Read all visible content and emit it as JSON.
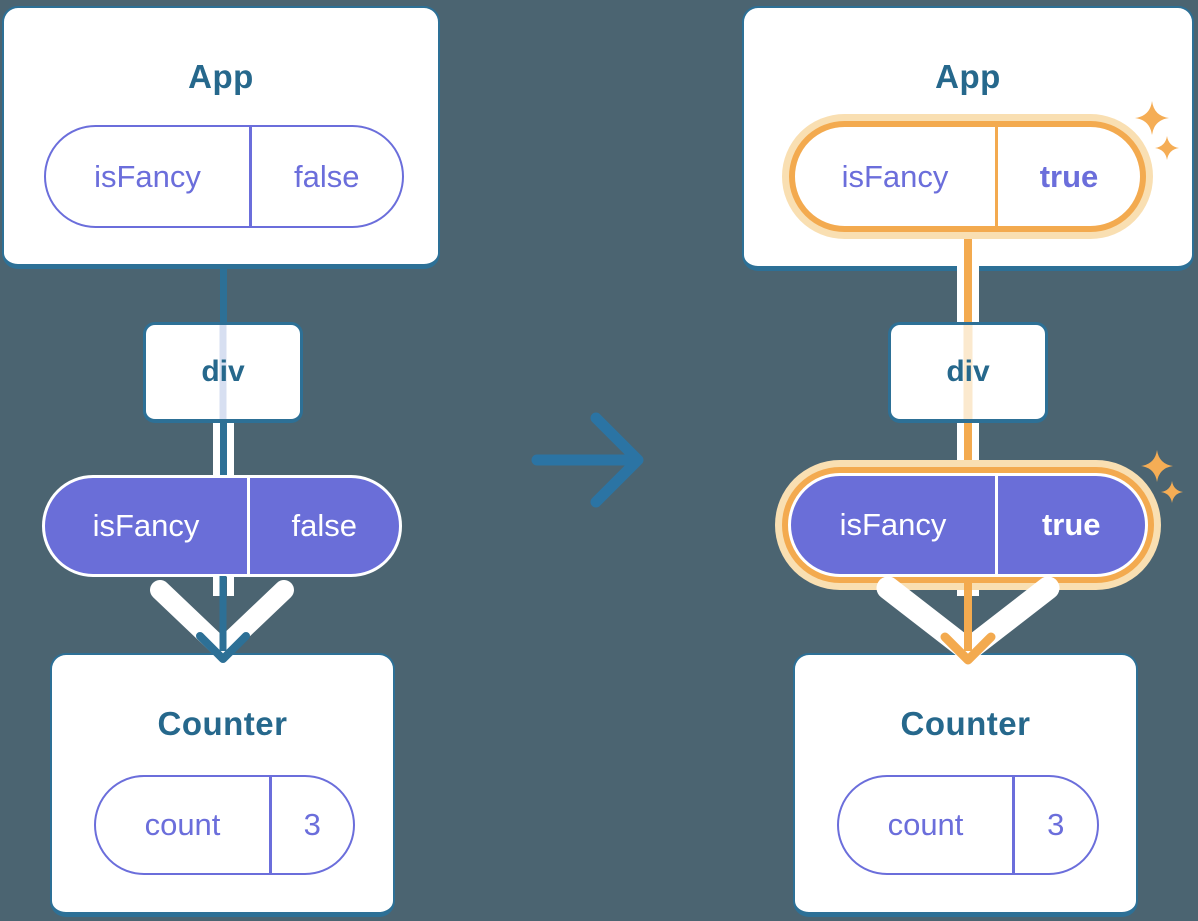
{
  "colors": {
    "background": "#4B6471",
    "card-border": "#2D7096",
    "title": "#26688C",
    "purple": "#6B6EDB",
    "purple-fill": "#6A6ED8",
    "orange": "#F3AA4F",
    "orange-pale": "#F9DFB2",
    "peach-line": "#FBE9CE",
    "lavender-line": "#D7DFF1",
    "arrow-blue": "#2B74A4",
    "sparkle": "#F5AD55"
  },
  "left_tree": {
    "app_card": {
      "title": "App",
      "prop": {
        "name": "isFancy",
        "value": "false"
      }
    },
    "div_node": {
      "label": "div"
    },
    "passed_prop": {
      "name": "isFancy",
      "value": "false"
    },
    "counter_card": {
      "title": "Counter",
      "state": {
        "name": "count",
        "value": "3"
      }
    }
  },
  "right_tree": {
    "app_card": {
      "title": "App",
      "prop": {
        "name": "isFancy",
        "value": "true"
      }
    },
    "div_node": {
      "label": "div"
    },
    "passed_prop": {
      "name": "isFancy",
      "value": "true"
    },
    "counter_card": {
      "title": "Counter",
      "state": {
        "name": "count",
        "value": "3"
      }
    }
  }
}
